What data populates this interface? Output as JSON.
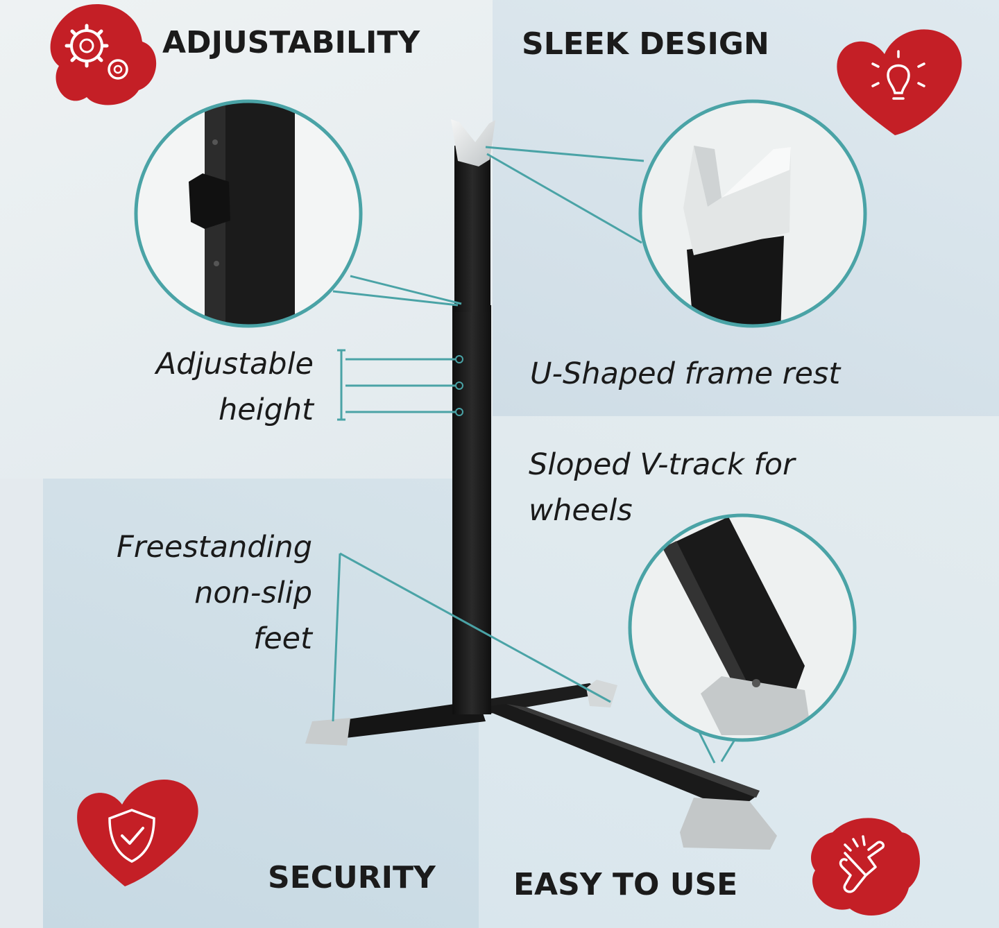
{
  "headings": {
    "top_left": "ADJUSTABILITY",
    "top_right": "SLEEK DESIGN",
    "bottom_left": "SECURITY",
    "bottom_right": "EASY TO USE"
  },
  "callouts": {
    "adjustable_height": [
      "Adjustable",
      "height"
    ],
    "frame_rest": [
      "U-Shaped frame rest"
    ],
    "v_track": [
      "Sloped V-track for",
      "wheels"
    ],
    "feet": [
      "Freestanding",
      "non-slip",
      "feet"
    ]
  },
  "icons": {
    "top_left": "gears-icon",
    "top_right": "lightbulb-icon",
    "bottom_left": "shield-check-icon",
    "bottom_right": "pointing-hand-icon"
  },
  "colors": {
    "badge_red": "#c41f26",
    "callout_teal": "#4aa3a6",
    "stand_black": "#161616",
    "rest_white": "#e8eaea"
  }
}
